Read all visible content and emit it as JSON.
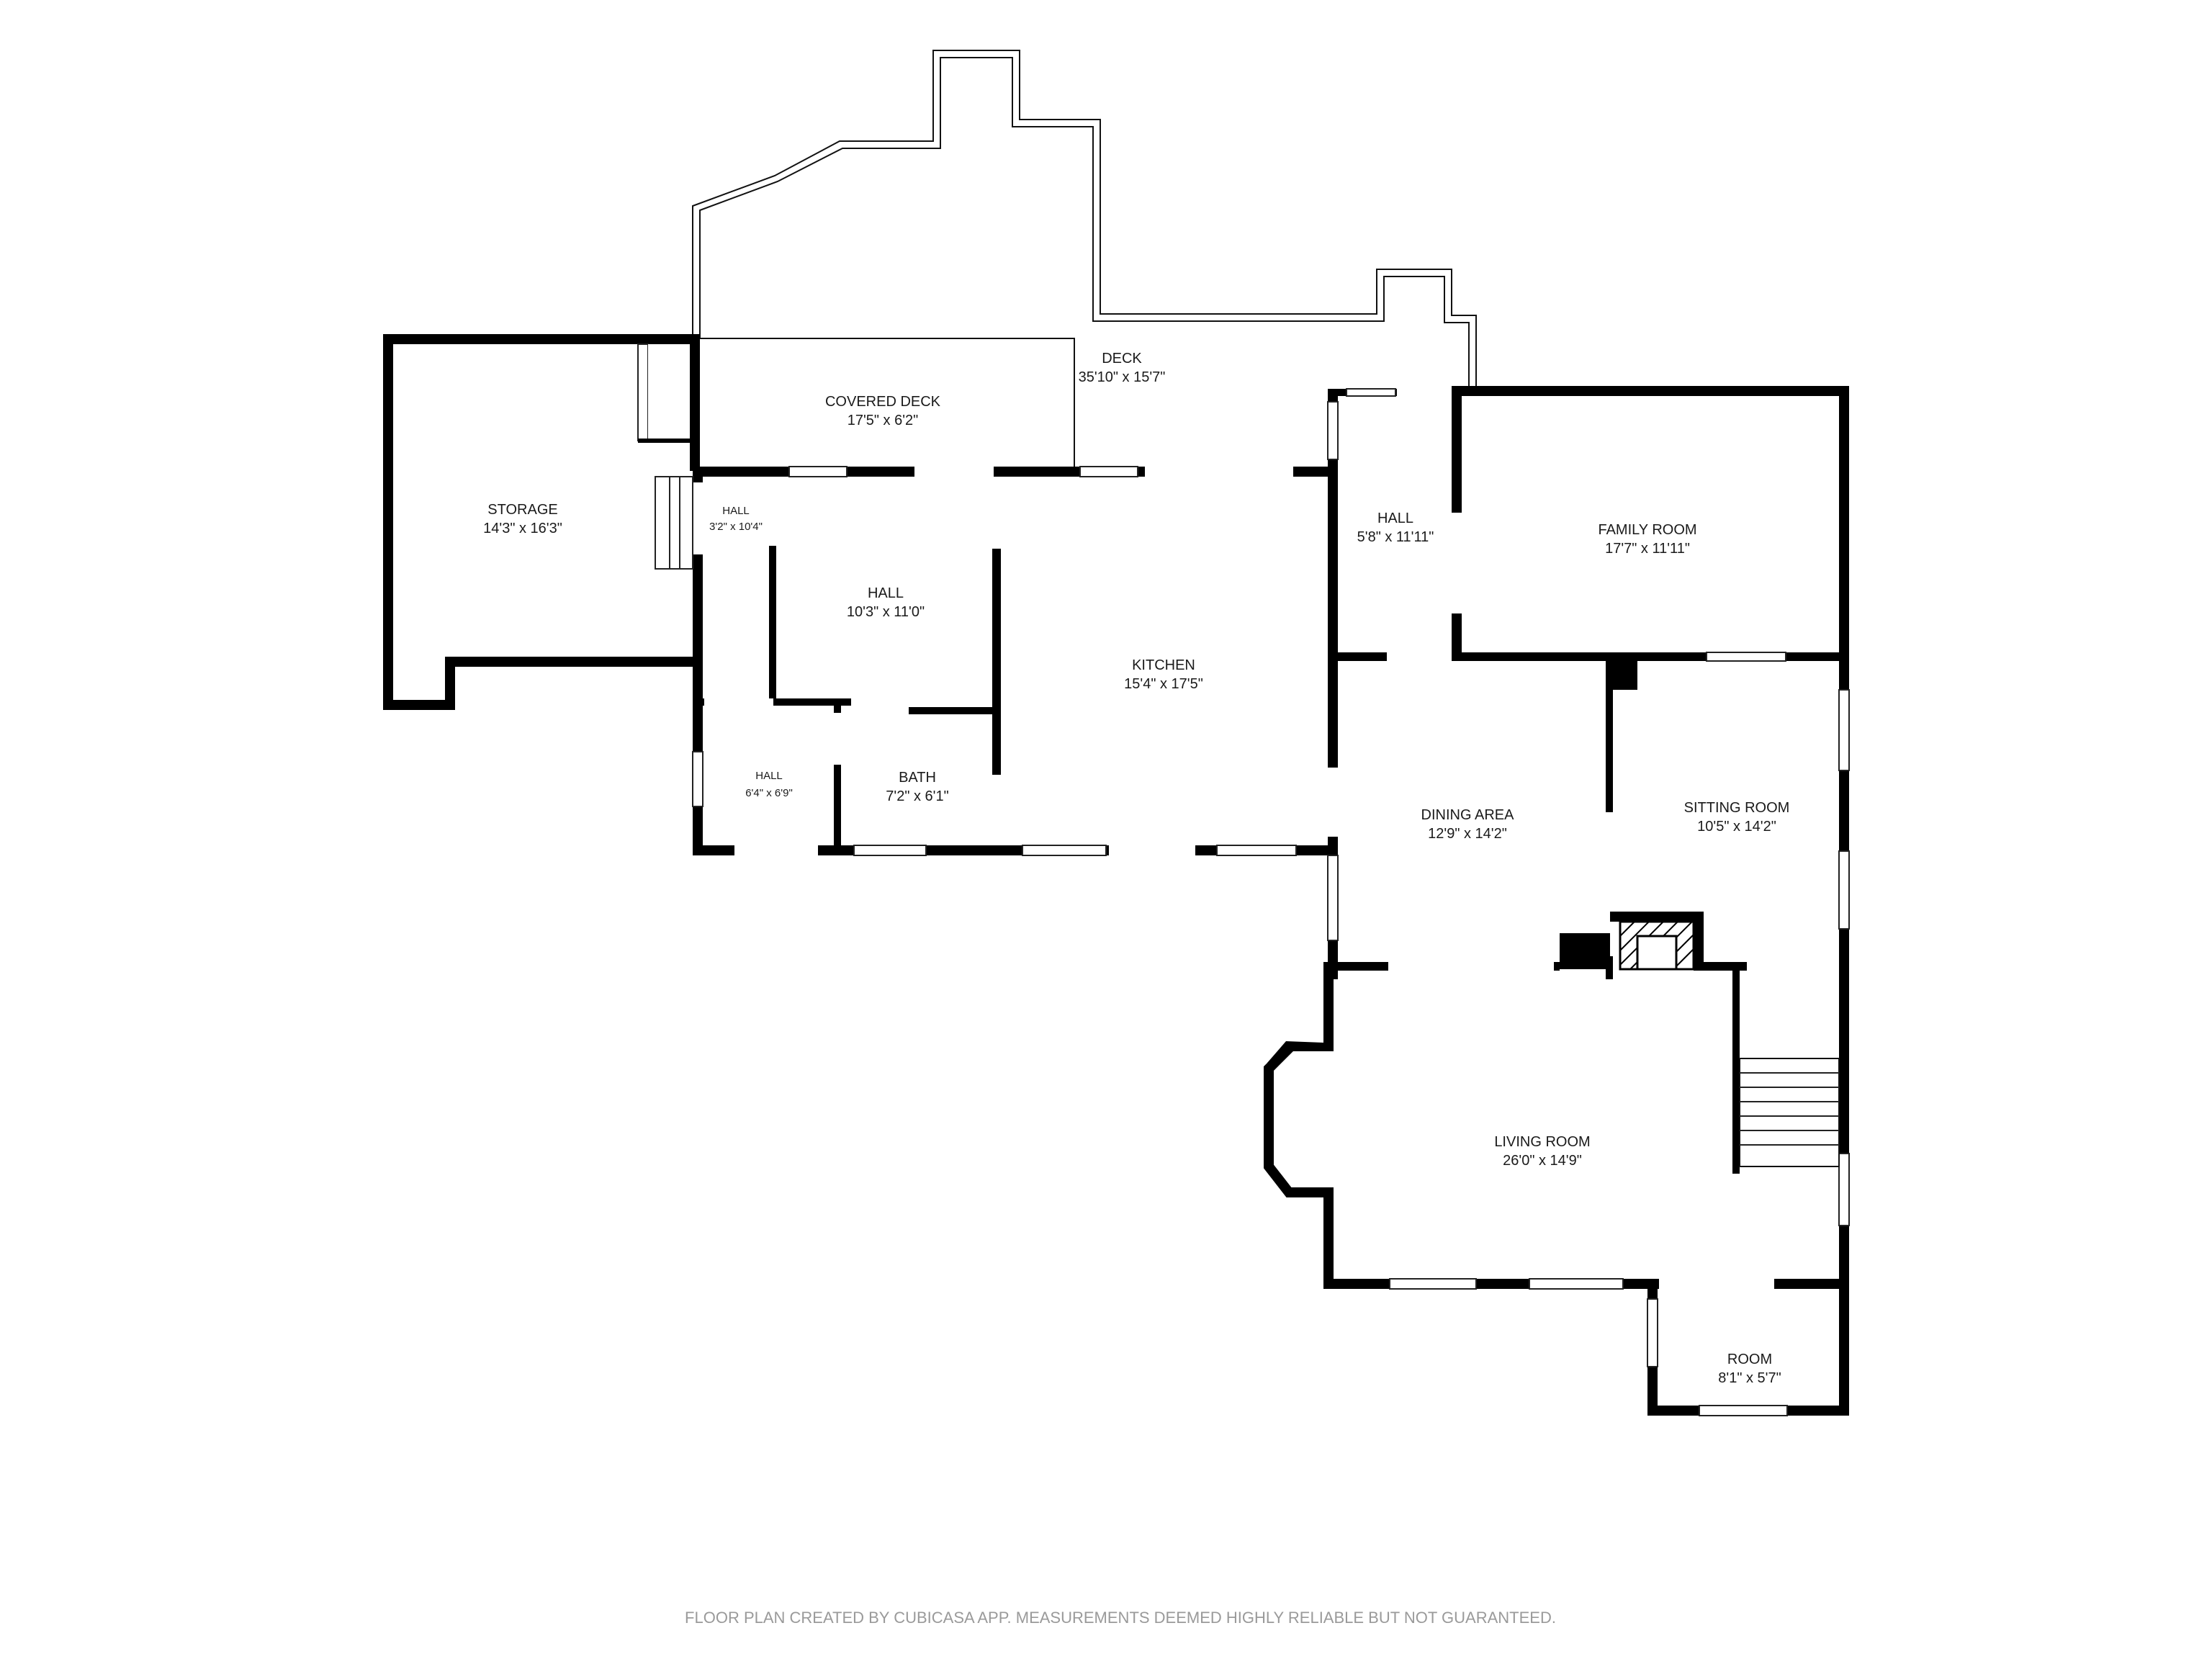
{
  "rooms": {
    "storage": {
      "name": "STORAGE",
      "dims": "14'3\" x 16'3\""
    },
    "covered_deck": {
      "name": "COVERED DECK",
      "dims": "17'5\" x 6'2\""
    },
    "deck": {
      "name": "DECK",
      "dims": "35'10\" x 15'7\""
    },
    "hall_small": {
      "name": "HALL",
      "dims": "3'2\" x 10'4\""
    },
    "hall_mid": {
      "name": "HALL",
      "dims": "10'3\" x 11'0\""
    },
    "kitchen": {
      "name": "KITCHEN",
      "dims": "15'4\" x 17'5\""
    },
    "hall_right": {
      "name": "HALL",
      "dims": "5'8\" x 11'11\""
    },
    "family_room": {
      "name": "FAMILY ROOM",
      "dims": "17'7\" x 11'11\""
    },
    "hall_lower": {
      "name": "HALL",
      "dims": "6'4\" x 6'9\""
    },
    "bath": {
      "name": "BATH",
      "dims": "7'2\" x 6'1\""
    },
    "dining_area": {
      "name": "DINING AREA",
      "dims": "12'9\" x 14'2\""
    },
    "sitting_room": {
      "name": "SITTING ROOM",
      "dims": "10'5\" x 14'2\""
    },
    "living_room": {
      "name": "LIVING ROOM",
      "dims": "26'0\" x 14'9\""
    },
    "room": {
      "name": "ROOM",
      "dims": "8'1\" x 5'7\""
    }
  },
  "footer": "FLOOR PLAN CREATED BY CUBICASA APP. MEASUREMENTS DEEMED HIGHLY RELIABLE BUT NOT GUARANTEED."
}
